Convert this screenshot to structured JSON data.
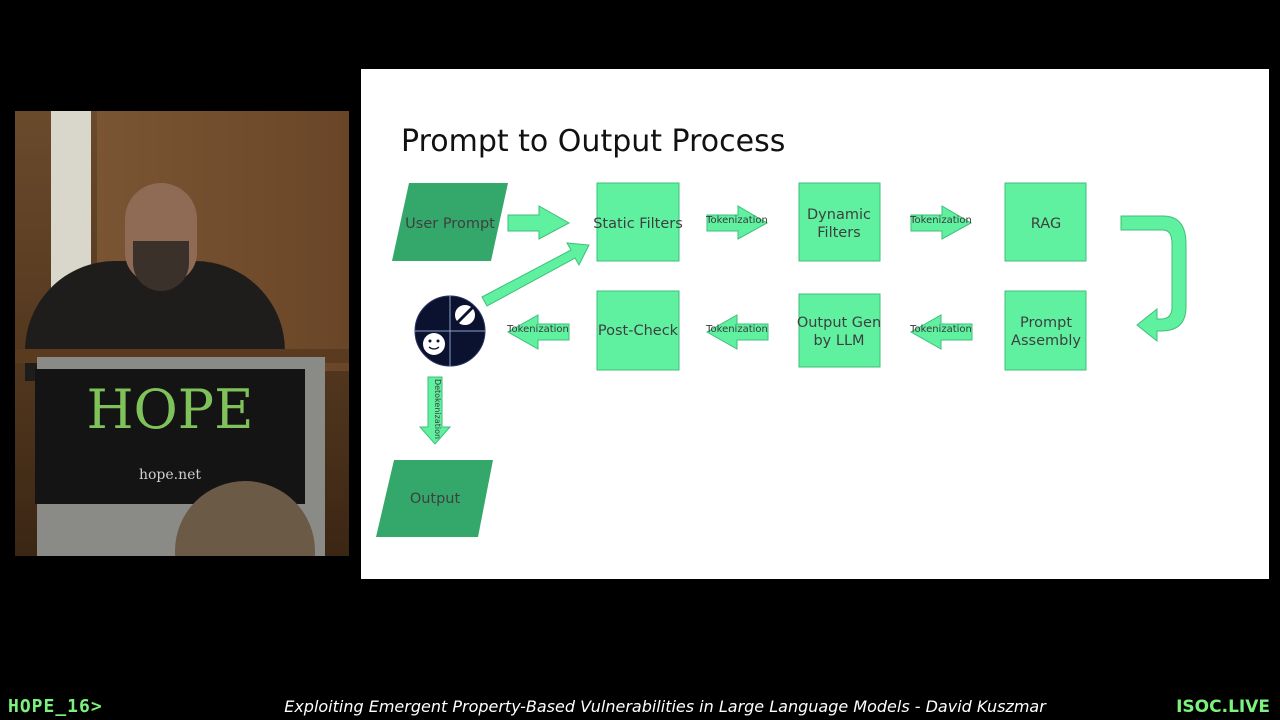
{
  "slide": {
    "title": "Prompt to Output Process",
    "nodes": {
      "user_prompt": "User Prompt",
      "static_filters": "Static Filters",
      "dynamic_filters_1": "Dynamic",
      "dynamic_filters_2": "Filters",
      "rag": "RAG",
      "prompt_assembly_1": "Prompt",
      "prompt_assembly_2": "Assembly",
      "output_gen_1": "Output Gen",
      "output_gen_2": "by LLM",
      "post_check": "Post-Check",
      "output": "Output"
    },
    "arrow_labels": {
      "tokenization": "Tokenization",
      "detokenization": "Detokenization"
    },
    "colors": {
      "node_fill": "#5ff0a0",
      "node_stroke": "#3fc07a",
      "parallelogram_fill": "#34a86a",
      "circle_fill": "#0b1230"
    },
    "icons": [
      "no-entry-icon",
      "smiley-face-icon"
    ]
  },
  "camera": {
    "banner_text": "HOPE",
    "banner_url": "hope.net"
  },
  "footer": {
    "logo": "HOPE_16>",
    "talk_title": "Exploiting Emergent Property-Based Vulnerabilities in Large Language Models - David Kuszmar",
    "brand": "ISOC.LIVE"
  }
}
